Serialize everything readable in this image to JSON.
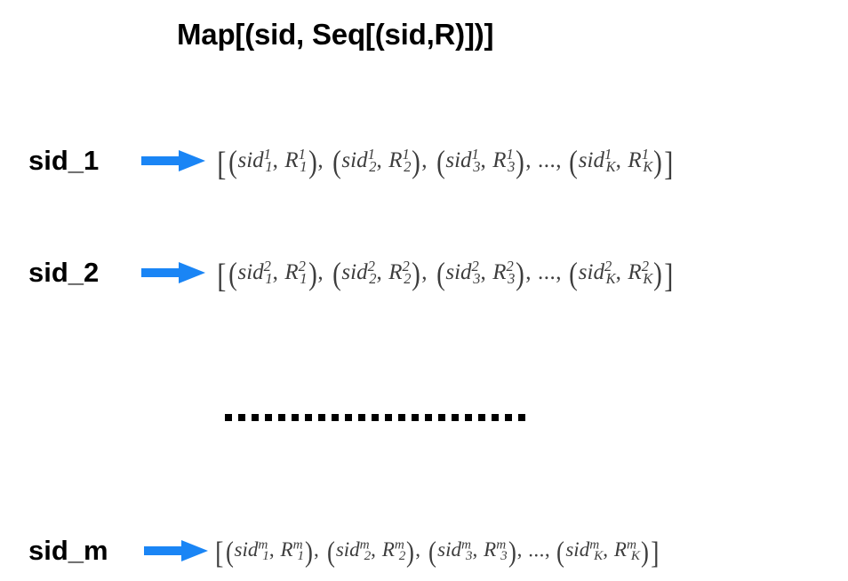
{
  "figure": {
    "title": "Map[(sid, Seq[(sid,R)])]",
    "background_color": "#ffffff",
    "arrow_color": "#1a85f5",
    "math_color": "#3d3d3d",
    "text_color": "#000000",
    "ellipsis_dot_count": 23,
    "ellipsis_dot_shape": "square"
  },
  "rows": [
    {
      "key": "sid_1",
      "arrow_icon": "right-arrow-icon",
      "superscript": "1",
      "open_bracket": "[",
      "close_bracket": "]",
      "ellipsis": "...",
      "pairs": [
        {
          "open": "(",
          "var": "sid",
          "sub": "1",
          "sup": "1",
          "comma": ",",
          "var2": "R",
          "sub2": "1",
          "sup2": "1",
          "close": ")"
        },
        {
          "open": "(",
          "var": "sid",
          "sub": "2",
          "sup": "1",
          "comma": ",",
          "var2": "R",
          "sub2": "2",
          "sup2": "1",
          "close": ")"
        },
        {
          "open": "(",
          "var": "sid",
          "sub": "3",
          "sup": "1",
          "comma": ",",
          "var2": "R",
          "sub2": "3",
          "sup2": "1",
          "close": ")"
        },
        {
          "open": "(",
          "var": "sid",
          "sub": "K",
          "sup": "1",
          "comma": ",",
          "var2": "R",
          "sub2": "K",
          "sup2": "1",
          "close": ")"
        }
      ],
      "plain_text": "[(sid_1^1, R_1^1), (sid_2^1, R_2^1), (sid_3^1, R_3^1), ..., (sid_K^1, R_K^1)]"
    },
    {
      "key": "sid_2",
      "arrow_icon": "right-arrow-icon",
      "superscript": "2",
      "open_bracket": "[",
      "close_bracket": "]",
      "ellipsis": "...",
      "pairs": [
        {
          "open": "(",
          "var": "sid",
          "sub": "1",
          "sup": "2",
          "comma": ",",
          "var2": "R",
          "sub2": "1",
          "sup2": "2",
          "close": ")"
        },
        {
          "open": "(",
          "var": "sid",
          "sub": "2",
          "sup": "2",
          "comma": ",",
          "var2": "R",
          "sub2": "2",
          "sup2": "2",
          "close": ")"
        },
        {
          "open": "(",
          "var": "sid",
          "sub": "3",
          "sup": "2",
          "comma": ",",
          "var2": "R",
          "sub2": "3",
          "sup2": "2",
          "close": ")"
        },
        {
          "open": "(",
          "var": "sid",
          "sub": "K",
          "sup": "2",
          "comma": ",",
          "var2": "R",
          "sub2": "K",
          "sup2": "2",
          "close": ")"
        }
      ],
      "plain_text": "[(sid_1^2, R_1^2), (sid_2^2, R_2^2), (sid_3^2, R_3^2), ..., (sid_K^2, R_K^2)]"
    },
    {
      "key": "sid_m",
      "arrow_icon": "right-arrow-icon",
      "superscript": "m",
      "open_bracket": "[",
      "close_bracket": "]",
      "ellipsis": "...",
      "pairs": [
        {
          "open": "(",
          "var": "sid",
          "sub": "1",
          "sup": "m",
          "comma": ",",
          "var2": "R",
          "sub2": "1",
          "sup2": "m",
          "close": ")"
        },
        {
          "open": "(",
          "var": "sid",
          "sub": "2",
          "sup": "m",
          "comma": ",",
          "var2": "R",
          "sub2": "2",
          "sup2": "m",
          "close": ")"
        },
        {
          "open": "(",
          "var": "sid",
          "sub": "3",
          "sup": "m",
          "comma": ",",
          "var2": "R",
          "sub2": "3",
          "sup2": "m",
          "close": ")"
        },
        {
          "open": "(",
          "var": "sid",
          "sub": "K",
          "sup": "m",
          "comma": ",",
          "var2": "R",
          "sub2": "K",
          "sup2": "m",
          "close": ")"
        }
      ],
      "plain_text": "[(sid_1^m, R_1^m), (sid_2^m, R_2^m), (sid_3^m, R_3^m), ..., (sid_K^m, R_K^m)]"
    }
  ]
}
